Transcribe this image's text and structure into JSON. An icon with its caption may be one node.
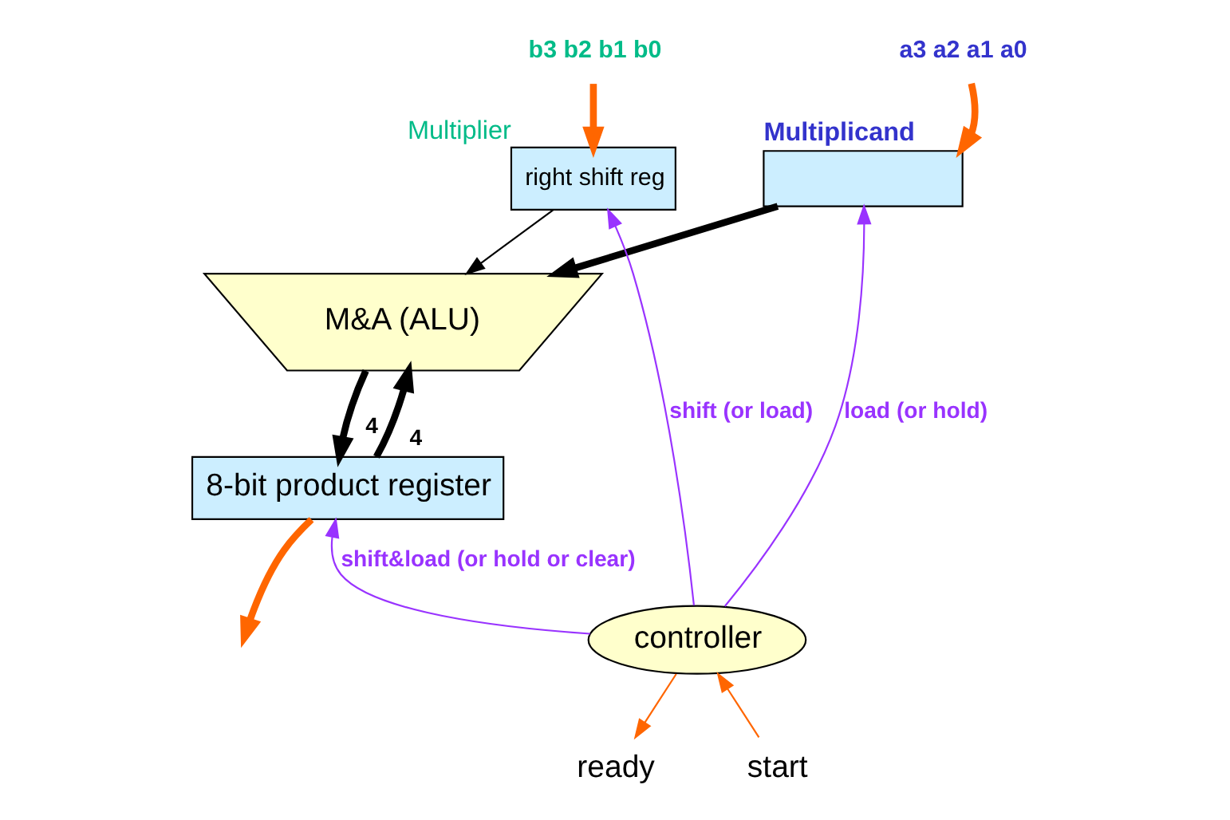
{
  "diagram": {
    "nodes": [
      {
        "text": [],
        "shape": "box",
        "beside": [
          "Multiplicand"
        ]
      },
      {
        "text": [
          "a3 a2 a1 a0"
        ]
      },
      {
        "text": [
          "b3 b2 b1 b0"
        ]
      },
      {
        "text": [
          "right shift reg"
        ],
        "beside": [
          "Multiplier"
        ]
      },
      {
        "text": [
          "M&A (ALU)"
        ]
      },
      {
        "text": [
          "8-bit product register"
        ]
      },
      {
        "text": [
          "controller"
        ]
      },
      {
        "text": [
          "ready"
        ]
      },
      {
        "text": [
          "start"
        ]
      }
    ],
    "edges": [
      {
        "from": 1,
        "to": 0,
        "arrow": "to",
        "style": "thick",
        "color": "#ff6600"
      },
      {
        "from": 2,
        "to": 3,
        "arrow": "to",
        "style": "thick",
        "color": "#ff6600"
      },
      {
        "from": 0,
        "to": 4,
        "arrow": "to",
        "style": "thick",
        "color": "#000000"
      },
      {
        "from": 3,
        "to": 4,
        "arrow": "to",
        "color": "#000000"
      },
      {
        "from": 4,
        "to": 5,
        "arrow": "to",
        "label": "4",
        "style": "thick",
        "color": "#000000"
      },
      {
        "from": 5,
        "to": 4,
        "arrow": "to",
        "label": "4",
        "style": "thick",
        "color": "#000000"
      },
      {
        "from": 5,
        "to": null,
        "arrow": "to",
        "style": "thick",
        "color": "#ff6600"
      },
      {
        "from": 6,
        "to": 0,
        "arrow": "to",
        "label": "load (or hold)",
        "color": "#9933ff"
      },
      {
        "from": 6,
        "to": 3,
        "arrow": "to",
        "label": "shift (or load)",
        "color": "#9933ff"
      },
      {
        "from": 6,
        "to": 5,
        "arrow": "to",
        "label": "shift&load (or hold or clear)",
        "color": "#9933ff"
      },
      {
        "from": 6,
        "to": 7,
        "arrow": "to",
        "color": "#ff6600"
      },
      {
        "from": 8,
        "to": 6,
        "arrow": "to",
        "color": "#ff6600"
      }
    ]
  }
}
